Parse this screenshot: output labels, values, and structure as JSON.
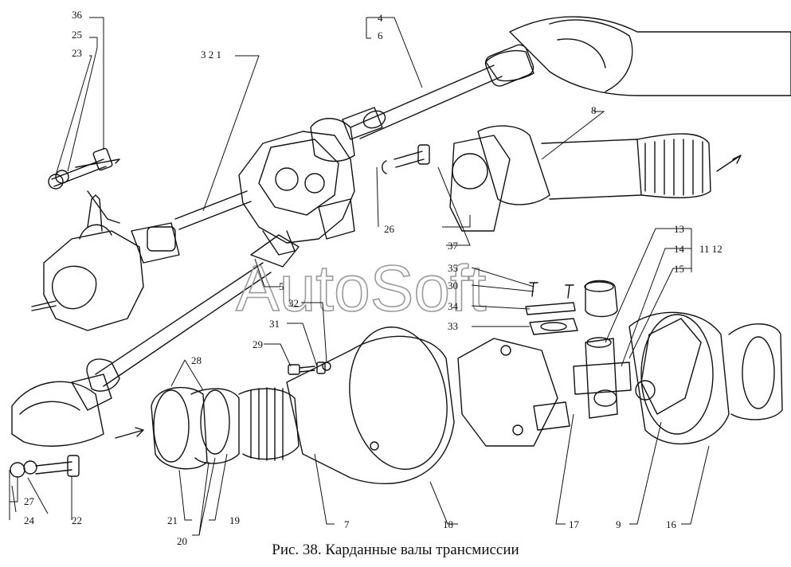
{
  "figure": {
    "caption": "Рис. 38. Карданные валы трансмиссии",
    "watermark": "AutoSoft",
    "callouts": {
      "c36": "36",
      "c25": "25",
      "c23": "23",
      "c321": "3  2  1",
      "c4": "4",
      "c6": "6",
      "c8": "8",
      "c26": "26",
      "c37": "37",
      "c5": "5",
      "c35": "35",
      "c30": "30",
      "c34": "34",
      "c33": "33",
      "c32": "32",
      "c31": "31",
      "c29": "29",
      "c13": "13",
      "c14": "14",
      "c15": "15",
      "c1112": "11 12",
      "c28": "28",
      "c27": "27",
      "c24": "24",
      "c22": "22",
      "c21": "21",
      "c19": "19",
      "c20": "20",
      "c7": "7",
      "c18": "18",
      "c17": "17",
      "c9": "9",
      "c16": "16"
    }
  }
}
